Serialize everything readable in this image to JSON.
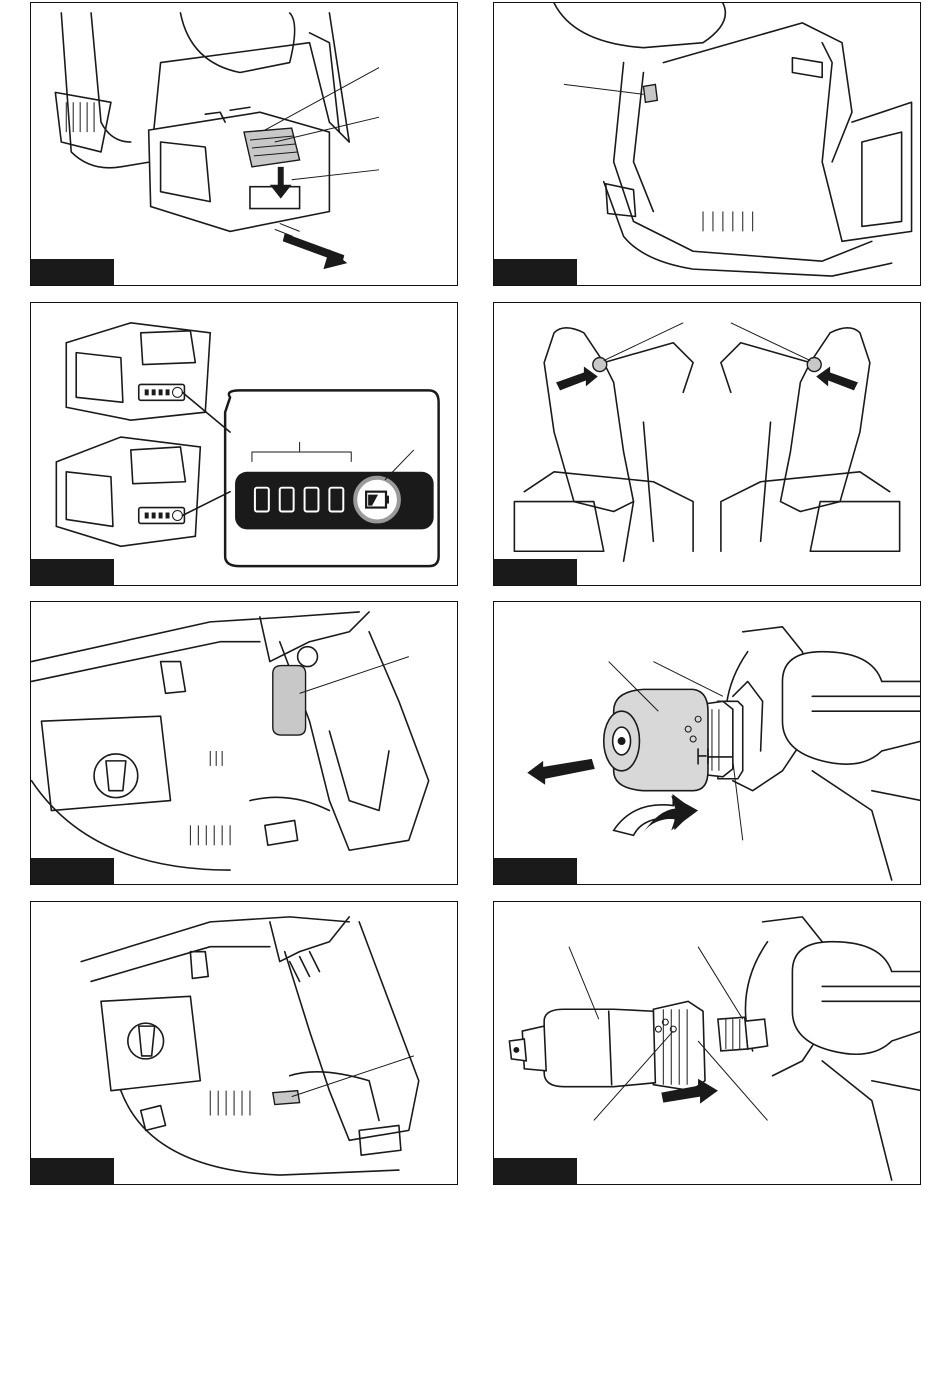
{
  "figures": [
    {
      "id": "fig-1",
      "label": ""
    },
    {
      "id": "fig-2",
      "label": ""
    },
    {
      "id": "fig-3",
      "label": ""
    },
    {
      "id": "fig-4",
      "label": ""
    },
    {
      "id": "fig-5",
      "label": ""
    },
    {
      "id": "fig-6",
      "label": ""
    },
    {
      "id": "fig-7",
      "label": ""
    },
    {
      "id": "fig-8",
      "label": ""
    }
  ]
}
